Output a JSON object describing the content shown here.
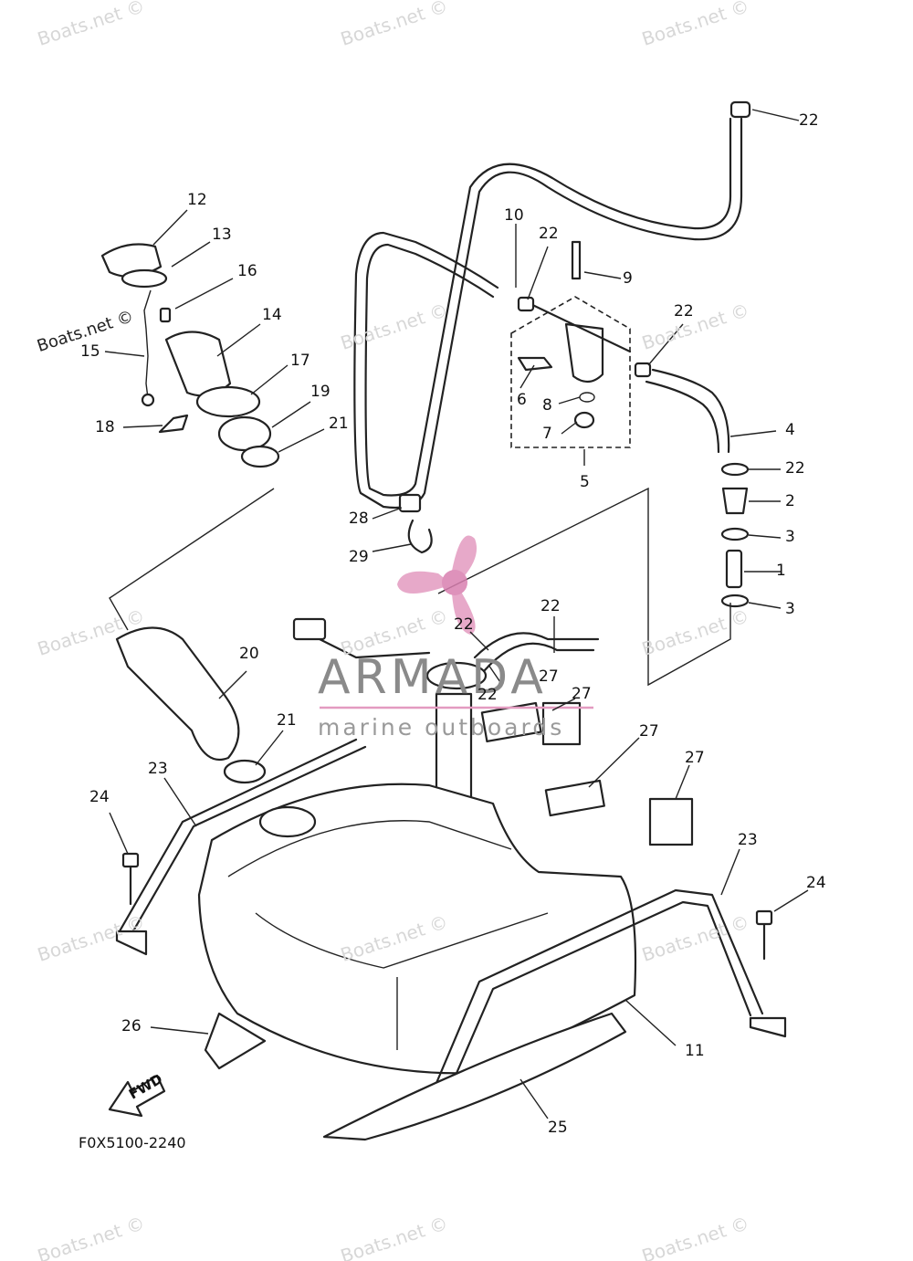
{
  "watermark_text": "Boats.net ©",
  "brand": {
    "name": "ARMADA",
    "tagline": "marine outboards",
    "primary_color": "#e39bc0",
    "text_color": "#8a8a8a"
  },
  "drawing_code": "F0X5100-2240",
  "direction_label": "FWD",
  "callouts": [
    "1",
    "2",
    "3",
    "3",
    "4",
    "5",
    "6",
    "7",
    "8",
    "9",
    "10",
    "11",
    "12",
    "13",
    "14",
    "15",
    "16",
    "17",
    "18",
    "19",
    "20",
    "21",
    "21",
    "22",
    "22",
    "22",
    "22",
    "22",
    "22",
    "22",
    "23",
    "23",
    "24",
    "24",
    "25",
    "26",
    "27",
    "27",
    "27",
    "27",
    "28",
    "29"
  ]
}
